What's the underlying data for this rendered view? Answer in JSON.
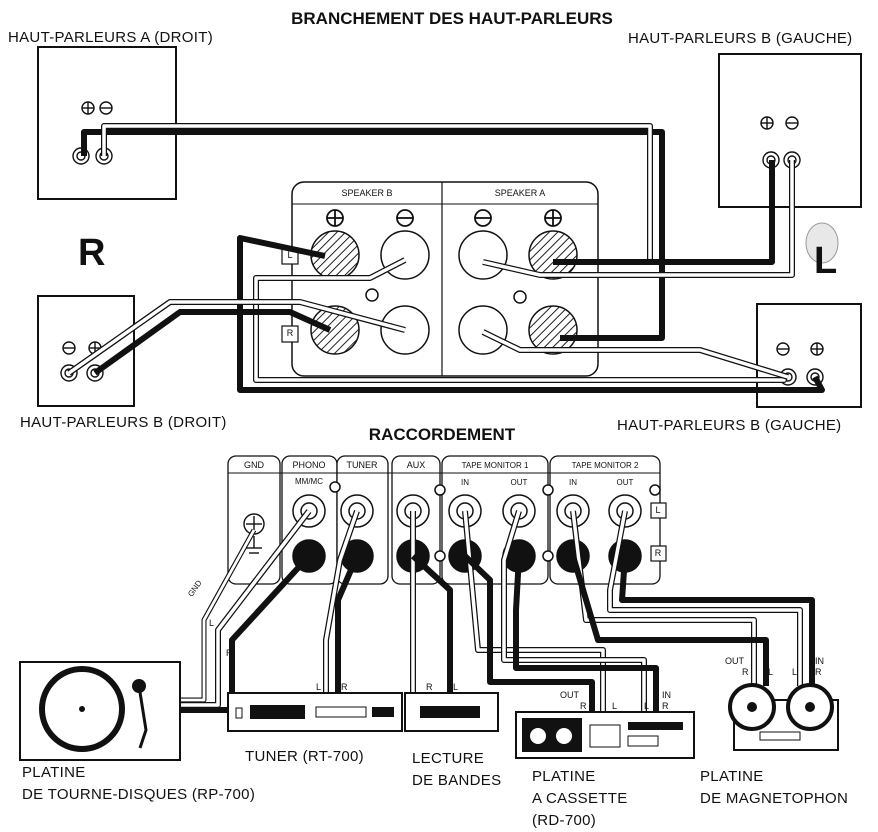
{
  "titles": {
    "speakers": "BRANCHEMENT DES HAUT-PARLEURS",
    "connections": "RACCORDEMENT"
  },
  "speakers": {
    "a_right": "HAUT-PARLEURS A (DROIT)",
    "b_left_top": "HAUT-PARLEURS B (GAUCHE)",
    "b_right": "HAUT-PARLEURS B (DROIT)",
    "b_left_bottom": "HAUT-PARLEURS B (GAUCHE)",
    "side_right": "R",
    "side_left": "L"
  },
  "amp_panel": {
    "speaker_b": "SPEAKER B",
    "speaker_a": "SPEAKER A",
    "plus": "⊕",
    "minus": "⊖",
    "ch_l": "L",
    "ch_r": "R"
  },
  "rear_panel": {
    "gnd": "GND",
    "phono": "PHONO",
    "mm_mc": "MM/MC",
    "tuner": "TUNER",
    "aux": "AUX",
    "tape1": "TAPE MONITOR 1",
    "tape2": "TAPE MONITOR 2",
    "in": "IN",
    "out": "OUT",
    "l": "L",
    "r": "R"
  },
  "cable_labels": {
    "gnd": "GND",
    "l": "L",
    "r": "R",
    "out": "OUT",
    "in": "IN"
  },
  "devices": {
    "turntable": "PLATINE\nDE TOURNE-DISQUES (RP-700)",
    "tuner": "TUNER (RT-700)",
    "tape_player": "LECTURE\nDE BANDES",
    "cassette": "PLATINE\nA CASSETTE\n(RD-700)",
    "reel": "PLATINE\nDE MAGNETOPHON"
  }
}
